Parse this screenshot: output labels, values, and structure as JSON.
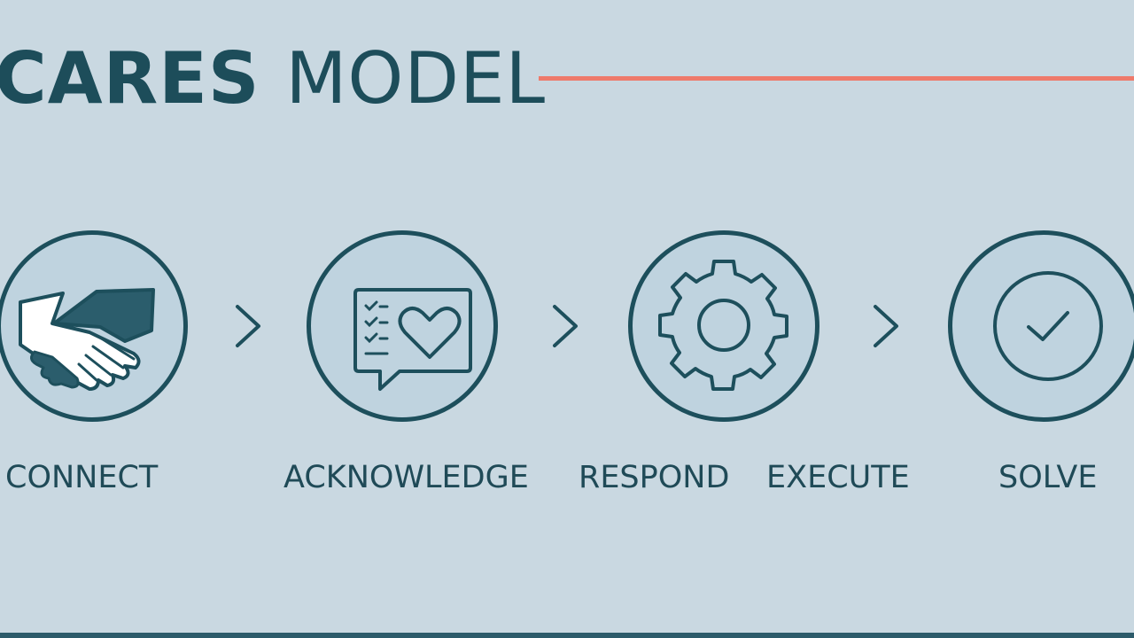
{
  "title": {
    "bold": "CARES",
    "light": "MODEL"
  },
  "colors": {
    "background": "#c9d8e1",
    "primary": "#1d4f5c",
    "accent": "#ee7a6b"
  },
  "steps": [
    {
      "label": "CONNECT",
      "icon": "handshake-icon"
    },
    {
      "label": "ACKNOWLEDGE",
      "icon": "chat-checklist-heart-icon"
    },
    {
      "label": "RESPOND",
      "icon": "gear-icon"
    },
    {
      "label": "EXECUTE",
      "icon": ""
    },
    {
      "label": "SOLVE",
      "icon": "checkmark-icon"
    }
  ]
}
